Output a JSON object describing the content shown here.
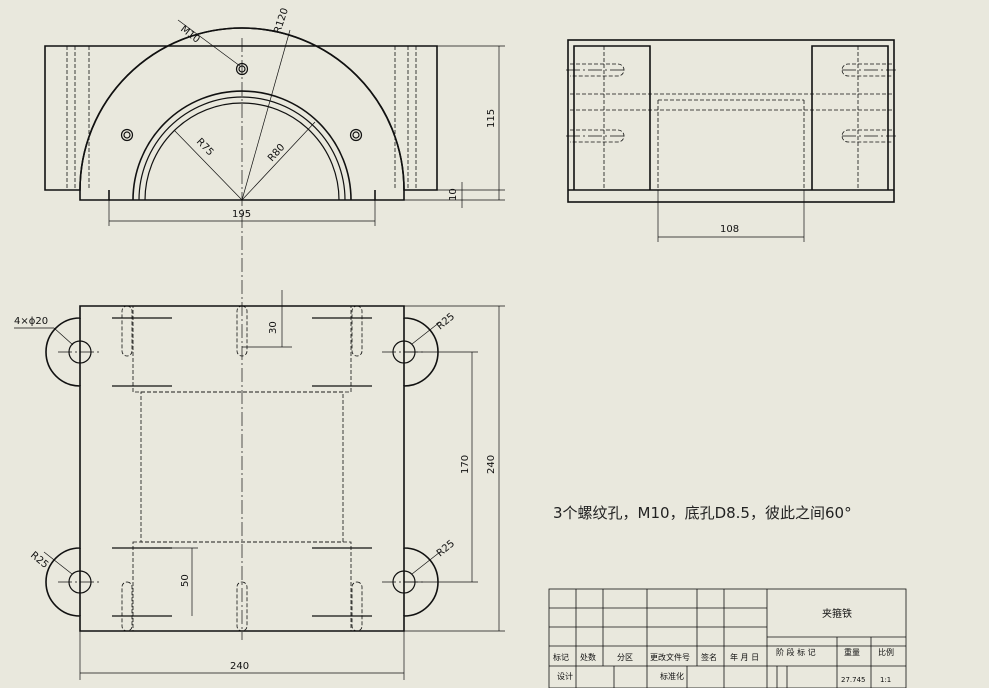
{
  "front_view": {
    "label_m10": "M10",
    "label_r120": "R120",
    "label_r75": "R75",
    "label_r80": "R80",
    "dim_195": "195",
    "dim_115": "115",
    "dim_10": "10"
  },
  "side_view": {
    "dim_108": "108"
  },
  "top_view": {
    "label_holes": "4×ϕ20",
    "label_r25": "R25",
    "dim_30": "30",
    "dim_170": "170",
    "dim_240_v": "240",
    "dim_50": "50",
    "dim_240_h": "240"
  },
  "note": "3个螺纹孔，M10，底孔D8.5，彼此之间60°",
  "title_block": {
    "part_name": "夹箍铁",
    "h_mark": "标记",
    "h_count": "处数",
    "h_zone": "分区",
    "h_doc": "更改文件号",
    "h_sign": "签名",
    "h_date": "年 月 日",
    "r_design": "设计",
    "r_standard": "标准化",
    "stage_label": "阶 段 标 记",
    "weight_label": "重量",
    "scale_label": "比例",
    "weight_value": "27.745",
    "scale_value": "1:1"
  }
}
